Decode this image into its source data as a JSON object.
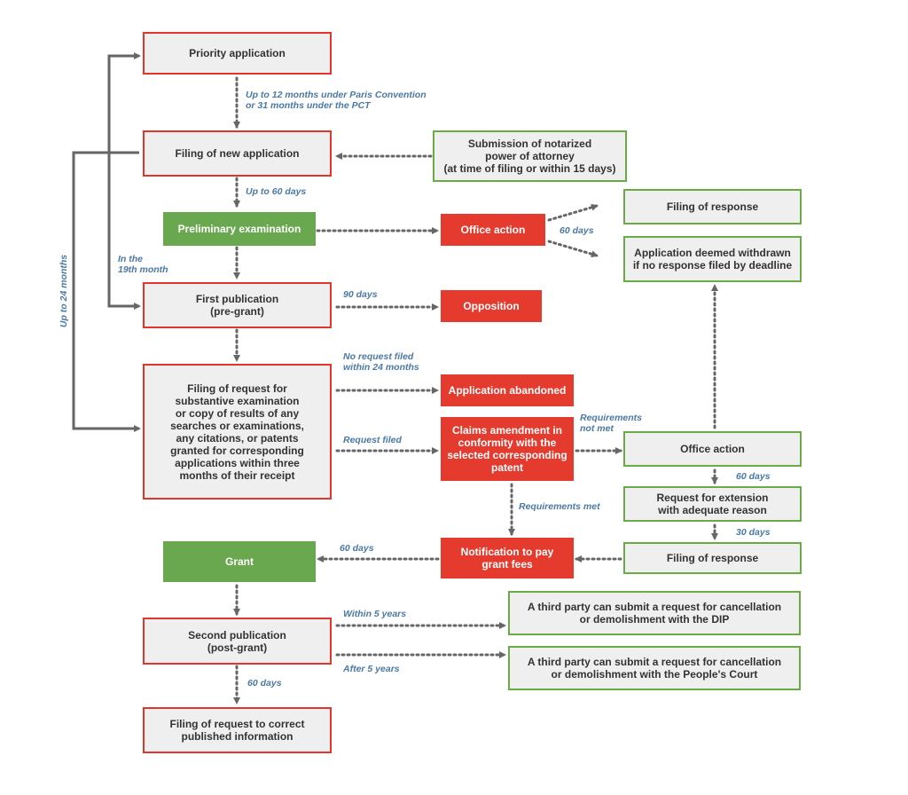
{
  "boxes": {
    "priority_application": "Priority application",
    "filing_new_application": "Filing of new application",
    "notarized_poa": "Submission of notarized\npower of attorney\n(at time of filing or within 15 days)",
    "preliminary_examination": "Preliminary examination",
    "office_action_1": "Office action",
    "filing_response_1": "Filing of response",
    "application_withdrawn": "Application deemed withdrawn\nif no response filed by deadline",
    "first_publication": "First publication\n(pre-grant)",
    "opposition": "Opposition",
    "request_substantive_exam": "Filing of request for\nsubstantive examination\nor copy of results of any\nsearches or examinations,\nany citations, or patents\ngranted for corresponding\napplications within three\nmonths of their receipt",
    "application_abandoned": "Application abandoned",
    "claims_amendment": "Claims amendment in\nconformity with the\nselected corresponding\npatent",
    "office_action_2": "Office action",
    "request_extension": "Request for extension\nwith adequate reason",
    "filing_response_2": "Filing of response",
    "notification_grant_fees": "Notification to pay\ngrant fees",
    "grant": "Grant",
    "second_publication": "Second publication\n(post-grant)",
    "third_party_dip": "A third party can submit a request for cancellation\nor demolishment with the DIP",
    "third_party_court": "A third party can submit a request for cancellation\nor demolishment with the People's Court",
    "correct_published_info": "Filing of request to correct\npublished information"
  },
  "labels": {
    "paris_pct": "Up to 12 months under Paris Convention\nor 31 months under the PCT",
    "up_to_60_days": "Up to 60 days",
    "sixty_days_oa": "60 days",
    "nineteenth_month": "In the\n19th month",
    "up_to_24_months": "Up to 24 months",
    "ninety_days": "90 days",
    "no_request_filed": "No request filed\nwithin 24 months",
    "request_filed": "Request filed",
    "requirements_not_met": "Requirements\nnot met",
    "requirements_met": "Requirements met",
    "sixty_days_ext": "60 days",
    "thirty_days": "30 days",
    "sixty_days_grant": "60 days",
    "within_5_years": "Within 5 years",
    "after_5_years": "After 5 years",
    "sixty_days_correct": "60 days"
  },
  "colors": {
    "red": "#e2352b",
    "green": "#6aab46",
    "box_fill": "#efefef",
    "arrow": "#666666",
    "label_blue": "#4a79a6"
  }
}
